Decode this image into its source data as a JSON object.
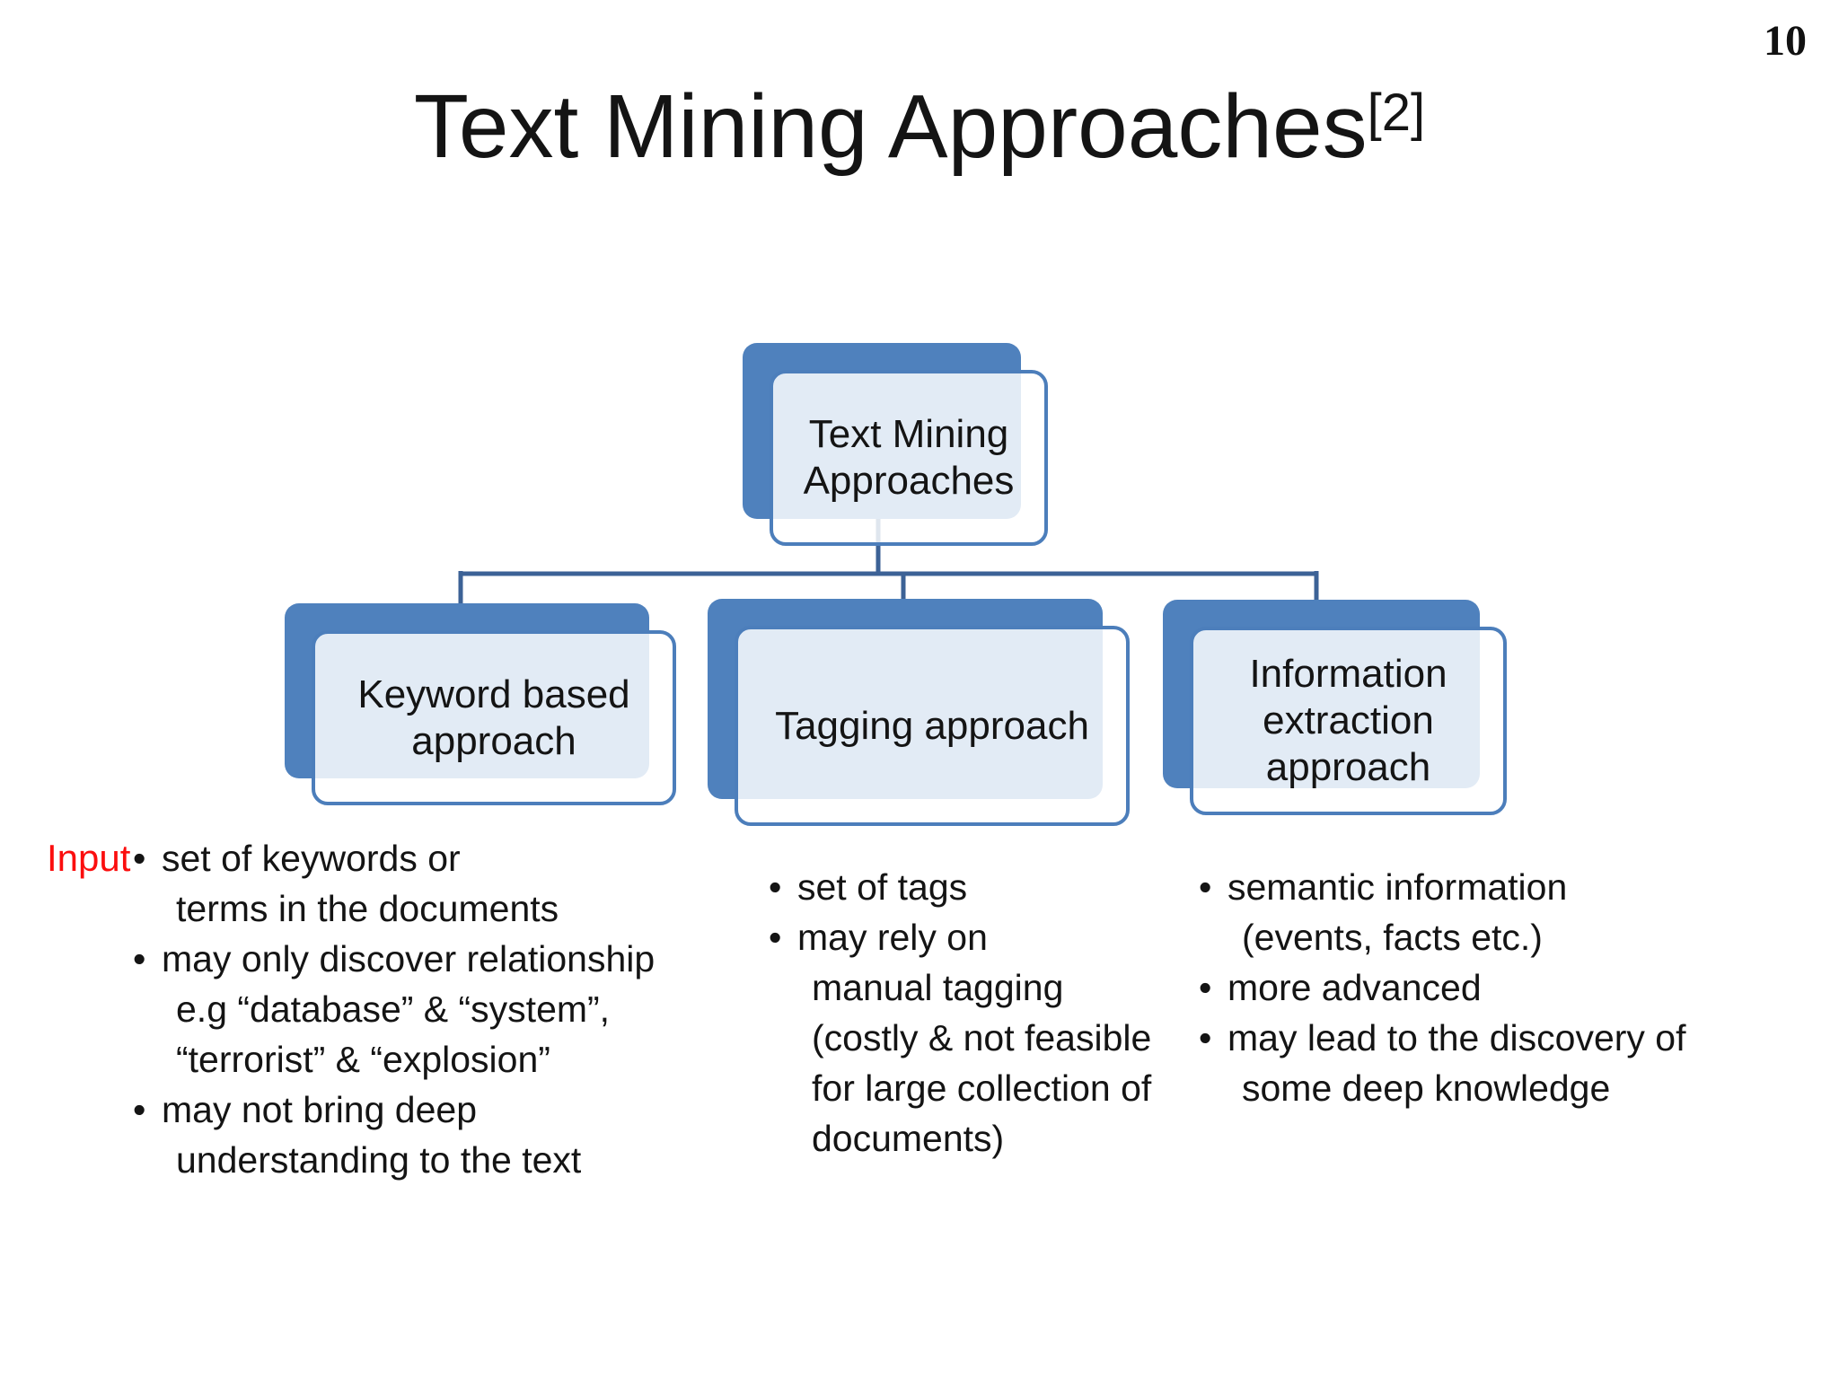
{
  "page_number": "10",
  "title": {
    "main": "Text Mining Approaches",
    "superscript": "[2]"
  },
  "bullet_char": "•",
  "input_label": "Input",
  "diagram": {
    "root": {
      "lines": [
        "Text Mining",
        "Approaches"
      ]
    },
    "children": [
      {
        "lines": [
          "Keyword based",
          "approach"
        ]
      },
      {
        "lines": [
          "Tagging approach"
        ]
      },
      {
        "lines": [
          "Information",
          "extraction",
          "approach"
        ]
      }
    ]
  },
  "notes": {
    "keyword": [
      {
        "lines": [
          "set of keywords or",
          "terms in the documents"
        ]
      },
      {
        "lines": [
          "may only discover relationship",
          "e.g “database” & “system”,",
          "“terrorist” & “explosion”"
        ]
      },
      {
        "lines": [
          "may not bring deep",
          "understanding to the text"
        ]
      }
    ],
    "tagging": [
      {
        "lines": [
          "set of tags"
        ]
      },
      {
        "lines": [
          "may rely on",
          "manual tagging",
          "(costly & not feasible",
          "for large collection of",
          "documents)"
        ]
      }
    ],
    "information": [
      {
        "lines": [
          "semantic information",
          "(events, facts etc.)"
        ]
      },
      {
        "lines": [
          "more advanced"
        ]
      },
      {
        "lines": [
          "may lead to the discovery of",
          "some deep knowledge"
        ]
      }
    ]
  },
  "colors": {
    "accent_blue": "#4F81BD",
    "border_blue": "#4C7EBB",
    "connector_blue": "#3C6296",
    "text_black": "#141414",
    "input_red": "#FB0E0E",
    "front_overlay": "rgba(255,255,255,0.84)"
  }
}
